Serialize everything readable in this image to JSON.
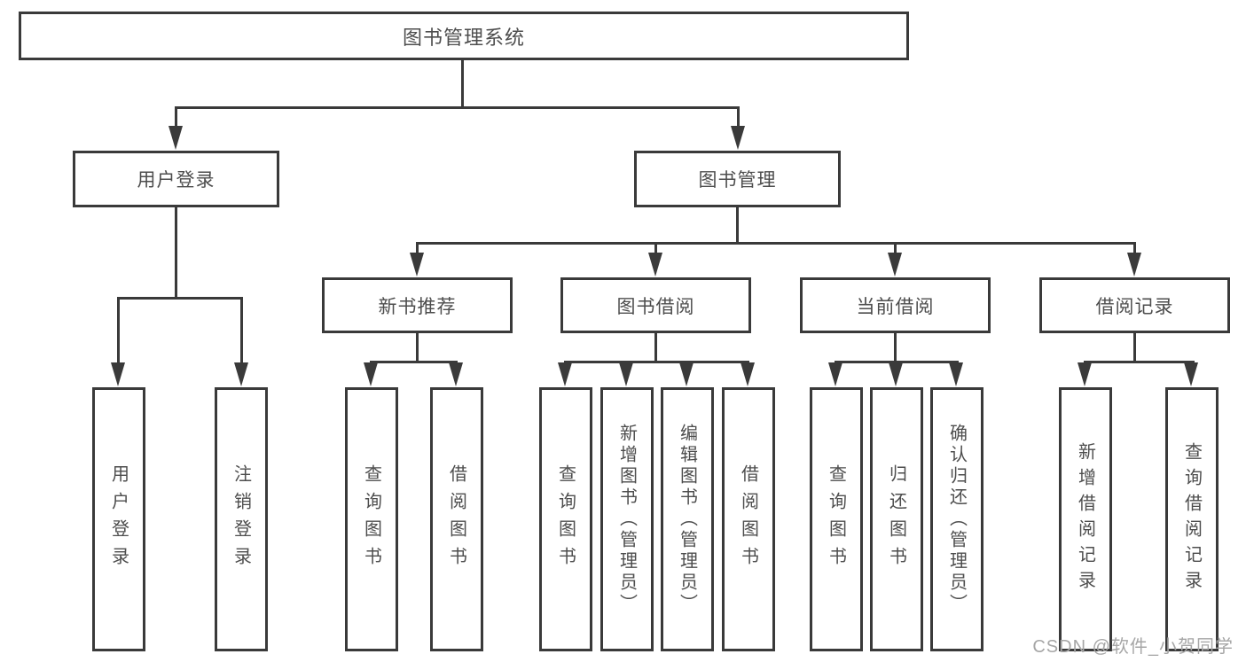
{
  "tree": {
    "root": "图书管理系统",
    "branches": [
      {
        "label": "用户登录",
        "leaves": [
          "用户登录",
          "注销登录"
        ]
      },
      {
        "label": "图书管理",
        "children": [
          {
            "label": "新书推荐",
            "leaves": [
              "查询图书",
              "借阅图书"
            ]
          },
          {
            "label": "图书借阅",
            "leaves": [
              "查询图书",
              "新增图书（管理员）",
              "编辑图书（管理员）",
              "借阅图书"
            ]
          },
          {
            "label": "当前借阅",
            "leaves": [
              "查询图书",
              "归还图书",
              "确认归还（管理员）"
            ]
          },
          {
            "label": "借阅记录",
            "leaves": [
              "新增借阅记录",
              "查询借阅记录"
            ]
          }
        ]
      }
    ]
  },
  "watermark": "CSDN @软件_小贺同学",
  "colors": {
    "line": "#3a3a3a",
    "text": "#4d4d4d",
    "watermark": "#a6a6a6",
    "background": "#ffffff"
  }
}
